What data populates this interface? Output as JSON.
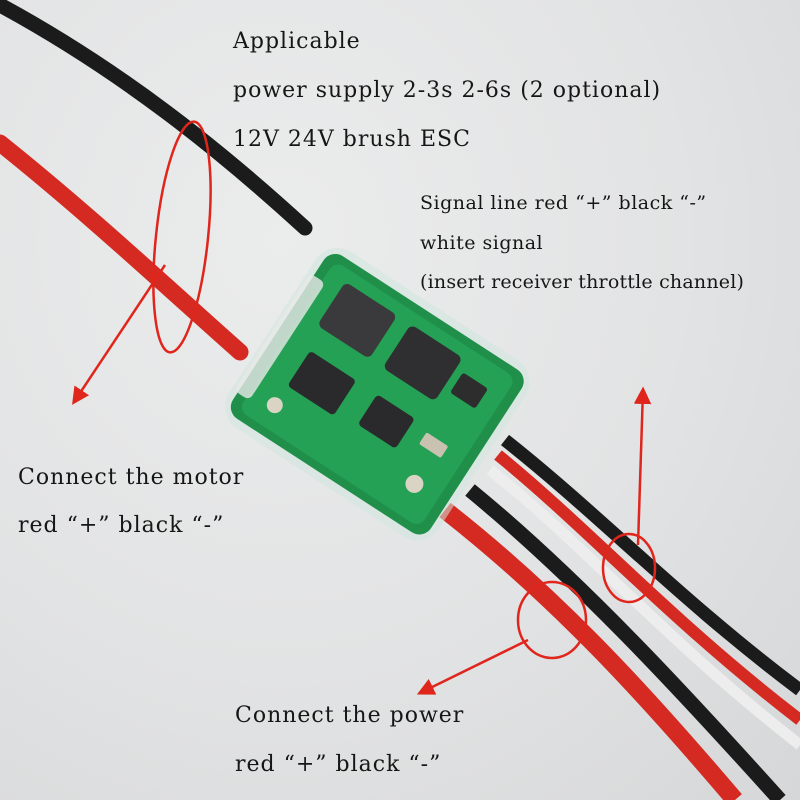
{
  "annotations": {
    "supply": {
      "line1": "Applicable",
      "line2": "power supply 2-3s 2-6s (2 optional)",
      "line3": "12V 24V brush ESC"
    },
    "signal": {
      "line1": "Signal line red “+” black “-”",
      "line2": "white signal",
      "line3": "(insert receiver throttle channel)"
    },
    "motor": {
      "line1": "Connect the motor",
      "line2": "red “+” black “-”"
    },
    "power": {
      "line1": "Connect the power",
      "line2": "red “+” black “-”"
    }
  },
  "colors": {
    "wire_red": "#d42a22",
    "wire_black": "#1b1b1b",
    "wire_white": "#ededed",
    "pcb_green": "#1f8f4a",
    "marker_red": "#e0261c",
    "text": "#161616"
  }
}
